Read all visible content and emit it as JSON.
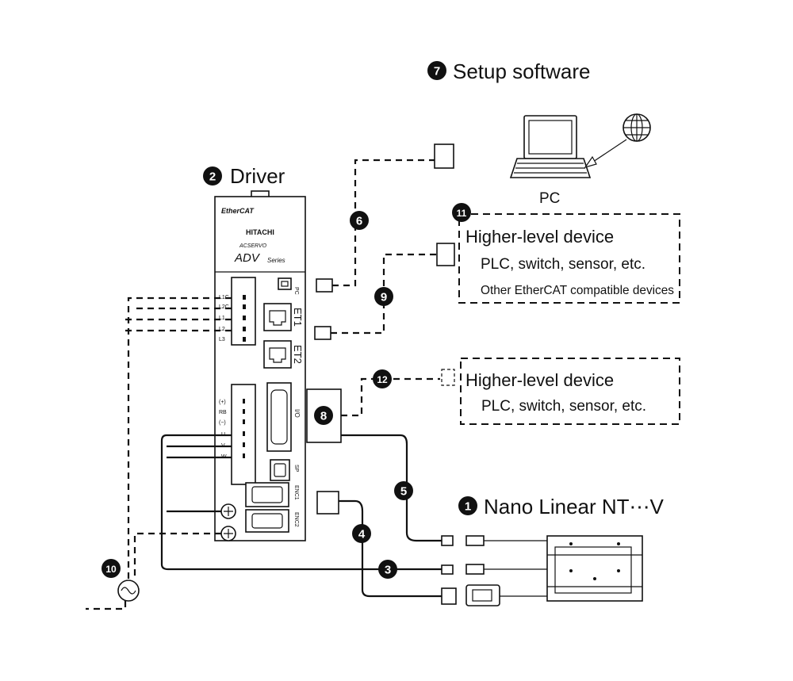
{
  "title": {
    "number": "7",
    "text": "Setup software"
  },
  "pc": {
    "label": "PC"
  },
  "driver": {
    "number": "2",
    "label": "Driver",
    "brand": "EtherCAT",
    "maker": "HITACHI",
    "line": "ACSERVO",
    "model": "ADV",
    "series": "Series",
    "port_pc": "PC",
    "port_et1": "ET1",
    "port_et2": "ET2",
    "port_io": "I/O",
    "port_sp": "SP",
    "port_enc1": "ENC1",
    "port_enc2": "ENC2",
    "power_pins": [
      "L1C",
      "L2C",
      "L1",
      "L2",
      "L3"
    ],
    "motor_pins": [
      "(+)",
      "RB",
      "(−)",
      "U",
      "V",
      "W"
    ]
  },
  "device_11": {
    "number": "11",
    "title": "Higher-level device",
    "line1": "PLC, switch, sensor, etc.",
    "line2": "Other EtherCAT compatible devices"
  },
  "device_12": {
    "number": "12",
    "title": "Higher-level device",
    "line1": "PLC, switch, sensor, etc."
  },
  "stage": {
    "number": "1",
    "label": "Nano Linear NT⋯V"
  },
  "cable_badges": [
    "3",
    "4",
    "5",
    "6",
    "8",
    "9",
    "10"
  ],
  "colors": {
    "ink": "#111111",
    "background": "#ffffff"
  }
}
